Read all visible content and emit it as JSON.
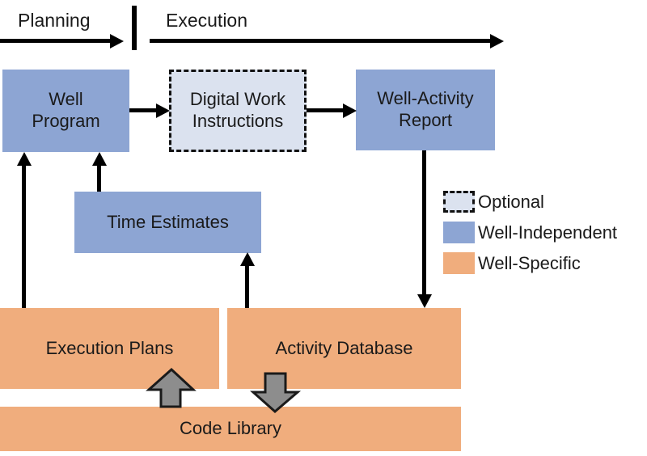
{
  "phases": {
    "planning": "Planning",
    "execution": "Execution"
  },
  "nodes": {
    "well_program": {
      "label": "Well Program",
      "type": "well-independent"
    },
    "digital_work_instructions": {
      "label": "Digital Work Instructions",
      "type": "optional"
    },
    "well_activity_report": {
      "label": "Well-Activity Report",
      "type": "well-independent"
    },
    "time_estimates": {
      "label": "Time Estimates",
      "type": "well-independent"
    },
    "execution_plans": {
      "label": "Execution Plans",
      "type": "well-specific"
    },
    "activity_database": {
      "label": "Activity Database",
      "type": "well-specific"
    },
    "code_library": {
      "label": "Code Library",
      "type": "well-specific"
    }
  },
  "legend": {
    "items": [
      {
        "label": "Optional",
        "swatch": "optional"
      },
      {
        "label": "Well-Independent",
        "swatch": "well-independent"
      },
      {
        "label": "Well-Specific",
        "swatch": "well-specific"
      }
    ]
  },
  "colors": {
    "well_independent_fill": "#8DA5D3",
    "well_specific_fill": "#F0AD7D",
    "optional_fill": "#DBE2EF",
    "arrow_black": "#000000",
    "block_arrow_gray": "#8D8D8D",
    "block_arrow_outline": "#1a1a1a",
    "text": "#1a1a1a"
  }
}
